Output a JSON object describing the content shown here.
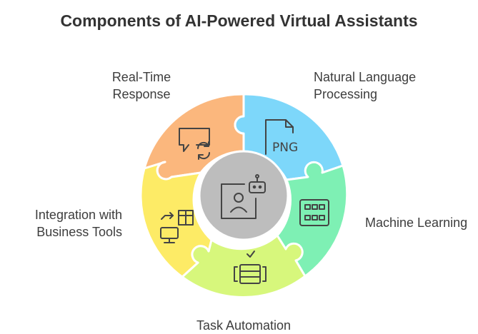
{
  "title": "Components of AI-Powered Virtual Assistants",
  "segments": [
    {
      "id": "real-time-response",
      "line1": "Real-Time",
      "line2": "Response",
      "icon": "chat-refresh-icon",
      "color": "#FBB77D"
    },
    {
      "id": "nlp",
      "line1": "Natural Language",
      "line2": "Processing",
      "icon": "png-file-icon",
      "color": "#7DD7FA"
    },
    {
      "id": "machine-learning",
      "line1": "Machine Learning",
      "line2": "",
      "icon": "grid-table-icon",
      "color": "#7EF0B4"
    },
    {
      "id": "task-automation",
      "line1": "Task Automation",
      "line2": "",
      "icon": "task-list-icon",
      "color": "#D7F77C"
    },
    {
      "id": "integration",
      "line1": "Integration with",
      "line2": "Business Tools",
      "icon": "integration-icon",
      "color": "#FDEB66"
    }
  ],
  "center": {
    "icon": "assistant-robot-icon",
    "color": "#BDBDBD"
  }
}
